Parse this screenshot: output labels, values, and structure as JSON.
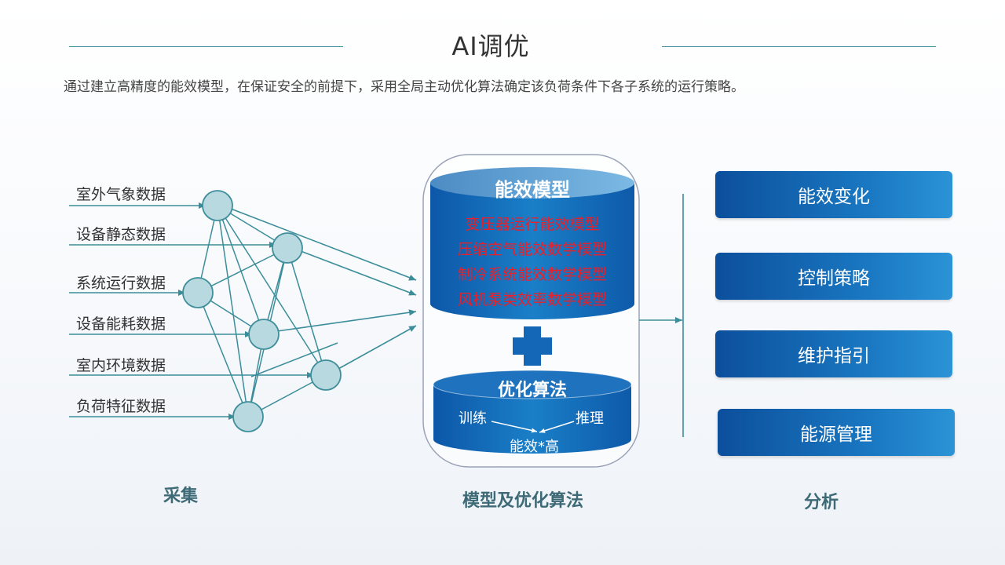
{
  "page": {
    "title": "AI调优",
    "subtitle": "通过建立高精度的能效模型，在保证安全的前提下，采用全局主动优化算法确定该负荷条件下各子系统的运行策略。"
  },
  "collection": {
    "label": "采集",
    "inputs": [
      "室外气象数据",
      "设备静态数据",
      "系统运行数据",
      "设备能耗数据",
      "室内环境数据",
      "负荷特征数据"
    ]
  },
  "model": {
    "label": "模型及优化算法",
    "efficiency_title": "能效模型",
    "efficiency_items": [
      "变压器运行能效模型",
      "压缩空气能效数学模型",
      "制冷系统能效数学模型",
      "风机泵类效率数学模型"
    ],
    "plus_icon": "plus-icon",
    "algorithm_title": "优化算法",
    "algorithm_train": "训练",
    "algorithm_infer": "推理",
    "algorithm_result": "能效*高"
  },
  "analysis": {
    "label": "分析",
    "outputs": [
      "能效变化",
      "控制策略",
      "维护指引",
      "能源管理"
    ]
  },
  "colors": {
    "accent_line": "#3b8d9a",
    "node_fill": "#b7d9df",
    "node_stroke": "#3f8e9b",
    "box_blue": "#0c4f9c",
    "model_text": "#e8202a"
  }
}
